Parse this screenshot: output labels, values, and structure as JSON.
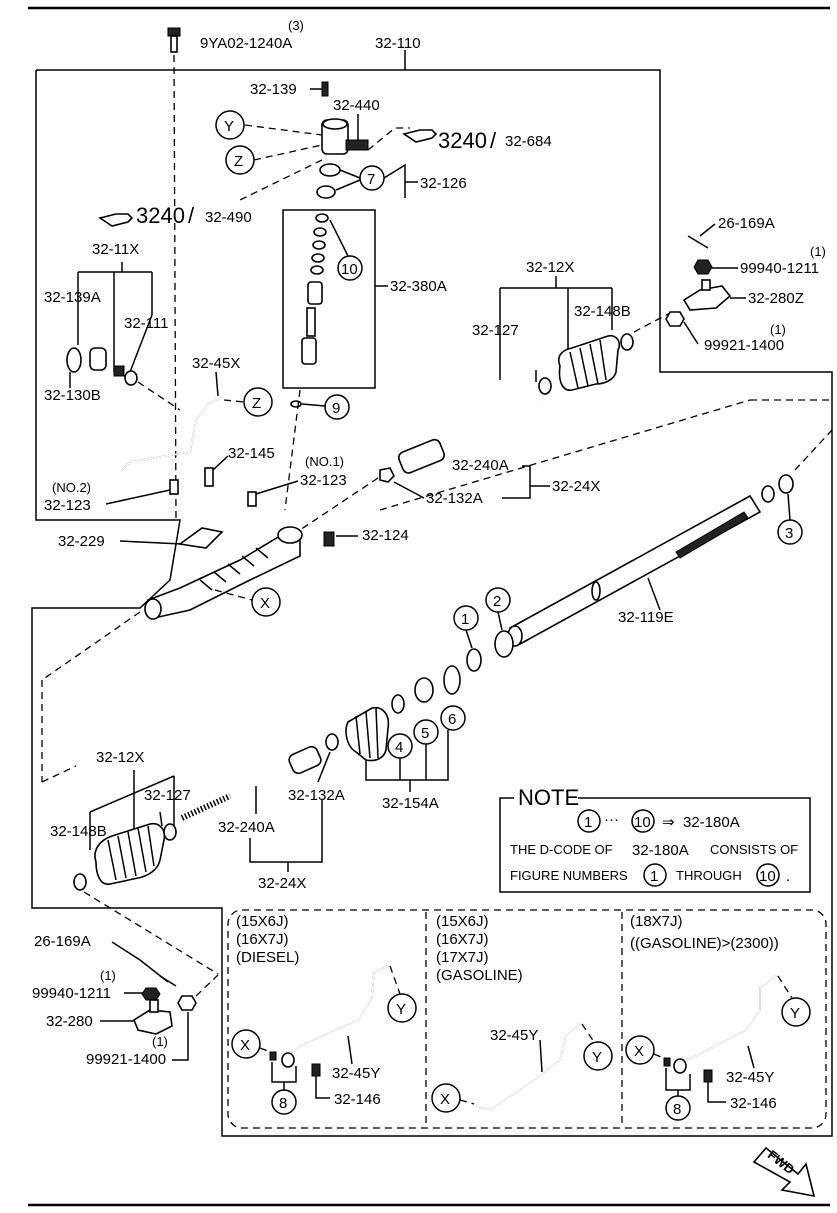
{
  "parts": {
    "p_9ya02": "9YA02-1240A",
    "p_9ya02_qty": "(3)",
    "p_32_110": "32-110",
    "p_32_139": "32-139",
    "p_32_440": "32-440",
    "p_ref_top_num": "3240",
    "p_ref_top_code": "32-684",
    "p_32_126": "32-126",
    "p_ref_left_num": "3240",
    "p_ref_left_code": "32-490",
    "p_32_380a": "32-380A",
    "p_26_169a_top": "26-169A",
    "p_99940_top": "99940-1211",
    "p_99940_top_qty": "(1)",
    "p_32_11x": "32-11X",
    "p_32_139a": "32-139A",
    "p_32_111": "32-111",
    "p_32_130b": "32-130B",
    "p_32_12x_top": "32-12X",
    "p_32_148b_top": "32-148B",
    "p_32_280z": "32-280Z",
    "p_32_127_top": "32-127",
    "p_99921_top": "99921-1400",
    "p_99921_top_qty": "(1)",
    "p_32_45x": "32-45X",
    "p_32_145": "32-145",
    "p_no1": "(NO.1)",
    "p_32_123_a": "32-123",
    "p_32_240a_top": "32-240A",
    "p_32_24x_top": "32-24X",
    "p_no2": "(NO.2)",
    "p_32_123_b": "32-123",
    "p_32_132a_top": "32-132A",
    "p_32_229": "32-229",
    "p_32_124": "32-124",
    "p_32_119e": "32-119E",
    "p_32_12x_bot": "32-12X",
    "p_32_127_bot": "32-127",
    "p_32_132a_bot": "32-132A",
    "p_32_148b_bot": "32-148B",
    "p_32_240a_bot": "32-240A",
    "p_32_154a": "32-154A",
    "p_32_24x_bot": "32-24X",
    "p_26_169a_bot": "26-169A",
    "p_99940_bot": "99940-1211",
    "p_99940_bot_qty": "(1)",
    "p_32_280": "32-280",
    "p_99921_bot": "99921-1400",
    "p_99921_bot_qty": "(1)"
  },
  "callouts": {
    "y": "Y",
    "z": "Z",
    "x": "X",
    "n1": "1",
    "n2": "2",
    "n3": "3",
    "n4": "4",
    "n5": "5",
    "n6": "6",
    "n7": "7",
    "n8": "8",
    "n9": "9",
    "n10": "10"
  },
  "note": {
    "title": "NOTE",
    "range_sep": "···",
    "arrow": "⇒",
    "target": "32-180A",
    "line2_pre": "THE D-CODE OF",
    "line2_code": "32-180A",
    "line2_post": "CONSISTS OF",
    "line3_pre": "FIGURE NUMBERS",
    "line3_mid": "THROUGH",
    "line3_end": "."
  },
  "variants": [
    {
      "l1": "(15X6J)",
      "l2": "(16X7J)",
      "l3": "(DIESEL)",
      "l4": "",
      "pipe": "32-45Y",
      "bolt": "32-146"
    },
    {
      "l1": "(15X6J)",
      "l2": "(16X7J)",
      "l3": "(17X7J)",
      "l4": "(GASOLINE)",
      "pipe": "32-45Y",
      "bolt": ""
    },
    {
      "l1": "(18X7J)",
      "l2": "((GASOLINE)>(2300))",
      "l3": "",
      "l4": "",
      "pipe": "32-45Y",
      "bolt": "32-146"
    }
  ],
  "fwd": "FWD"
}
